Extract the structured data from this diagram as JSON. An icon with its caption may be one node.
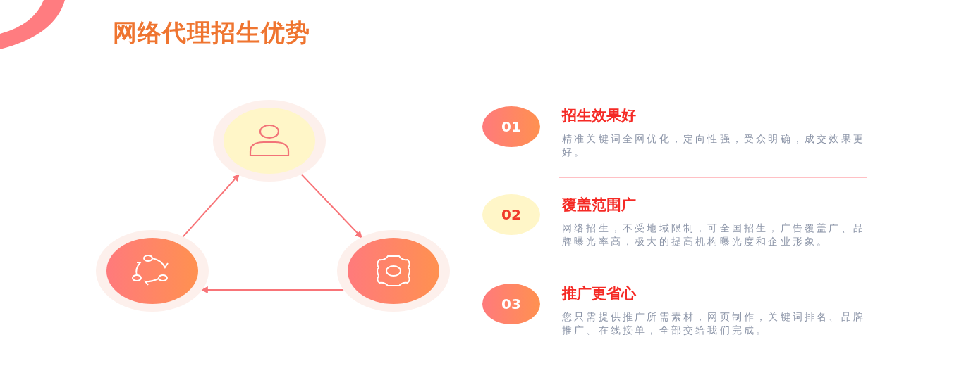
{
  "diagram": {
    "title": "网络代理招生优势",
    "nodes": [
      {
        "text": [],
        "shape": "circle"
      },
      {
        "text": [],
        "shape": "circle"
      },
      {
        "text": [],
        "shape": "circle"
      },
      {
        "text": [
          "01"
        ],
        "beside": [
          "招生效果好",
          "精准关键词全网优化，定向性强，受众明确，成交效果更好。"
        ]
      },
      {
        "text": [
          "02"
        ],
        "beside": [
          "覆盖范围广",
          "网络招生，不受地域限制，可全国招生，广告覆盖广、品牌曝光率高，极大的提高机构曝光度和企业形象。"
        ]
      },
      {
        "text": [
          "03"
        ],
        "beside": [
          "推广更省心",
          "您只需提供推广所需素材，网页制作，关键词排名、品牌推广、在线接单，全部交给我们完成。"
        ]
      }
    ],
    "edges": [
      {
        "from": 2,
        "to": 0,
        "arrow": "to"
      },
      {
        "from": 0,
        "to": 1,
        "arrow": "to"
      },
      {
        "from": 1,
        "to": 2,
        "arrow": "to"
      }
    ]
  }
}
